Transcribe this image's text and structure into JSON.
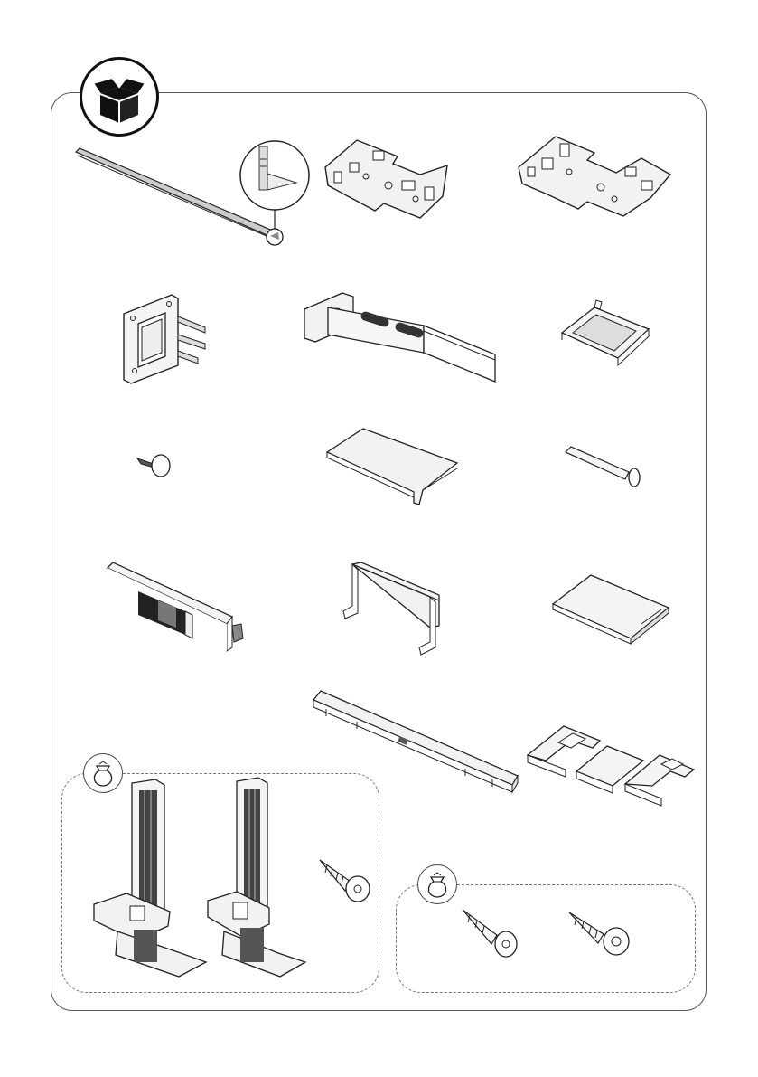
{
  "page": {
    "kind": "assembly-instructions-parts-list"
  },
  "header": {
    "icon": "open-box-icon"
  },
  "parts": [
    {
      "id": "p1",
      "icon": "sealing-strip-icon"
    },
    {
      "id": "p2",
      "icon": "hinge-plate-left-icon"
    },
    {
      "id": "p3",
      "icon": "hinge-plate-right-icon"
    },
    {
      "id": "p4",
      "icon": "mounting-bracket-icon"
    },
    {
      "id": "p5",
      "icon": "slide-bracket-icon"
    },
    {
      "id": "p6",
      "icon": "clip-frame-icon"
    },
    {
      "id": "p7",
      "icon": "pin-icon"
    },
    {
      "id": "p8",
      "icon": "flat-cover-icon"
    },
    {
      "id": "p9",
      "icon": "dowel-icon"
    },
    {
      "id": "p10",
      "icon": "rail-latch-icon"
    },
    {
      "id": "p11",
      "icon": "u-bracket-icon"
    },
    {
      "id": "p12",
      "icon": "pad-icon"
    },
    {
      "id": "p13",
      "icon": "long-cover-strip-icon"
    },
    {
      "id": "p14",
      "icon": "triple-clip-icon"
    }
  ],
  "bag_groups": [
    {
      "id": "bag-1",
      "icon": "bag-icon",
      "items": [
        {
          "icon": "adjustable-foot-icon"
        },
        {
          "icon": "adjustable-foot-icon"
        },
        {
          "icon": "screw-icon"
        }
      ]
    },
    {
      "id": "bag-2",
      "icon": "bag-icon",
      "items": [
        {
          "icon": "countersunk-screw-icon"
        },
        {
          "icon": "pan-head-screw-icon"
        }
      ]
    }
  ]
}
